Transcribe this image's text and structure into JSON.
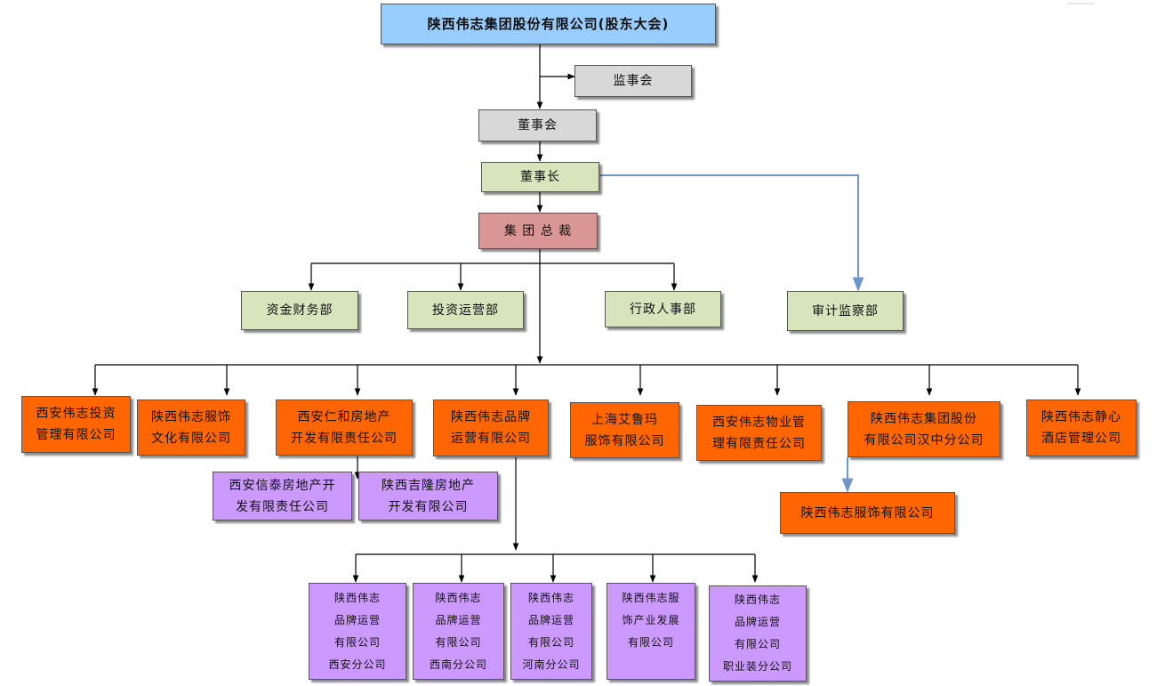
{
  "nodes": {
    "shareholders": "陕西伟志集团股份有限公司(股东大会)",
    "supervisors": "监事会",
    "board": "董事会",
    "chairman": "董事长",
    "president": "集 团 总 裁",
    "dept_finance": "资金财务部",
    "dept_invest": "投资运营部",
    "dept_hr": "行政人事部",
    "dept_audit": "审计监察部",
    "sub_invest_mgmt": "西安伟志投资\n管理有限公司",
    "sub_apparel_culture": "陕西伟志服饰\n文化有限公司",
    "sub_renhe": "西安仁和房地产\n开发有限责任公司",
    "sub_brand_ops": "陕西伟志品牌\n运营有限公司",
    "sub_shanghai": "上海艾鲁玛\n服饰有限公司",
    "sub_property": "西安伟志物业管\n理有限责任公司",
    "sub_hanzhong": "陕西伟志集团股份\n有限公司汉中分公司",
    "sub_hotel": "陕西伟志静心\n酒店管理公司",
    "sub_xintai": "西安信泰房地产开\n发有限责任公司",
    "sub_jilong": "陕西吉隆房地产\n开发有限公司",
    "sub_apparel_co": "陕西伟志服饰有限公司",
    "br_xian": "陕西伟志\n品牌运营\n有限公司\n西安分公司",
    "br_xinan": "陕西伟志\n品牌运营\n有限公司\n西南分公司",
    "br_henan": "陕西伟志\n品牌运营\n有限公司\n河南分公司",
    "br_industry": "陕西伟志服\n饰产业发展\n有限公司",
    "br_workwear": "陕西伟志\n品牌运营\n有限公司\n职业装分公司"
  },
  "colors": {
    "line": "#000000",
    "audit_line": "#7095c8"
  }
}
